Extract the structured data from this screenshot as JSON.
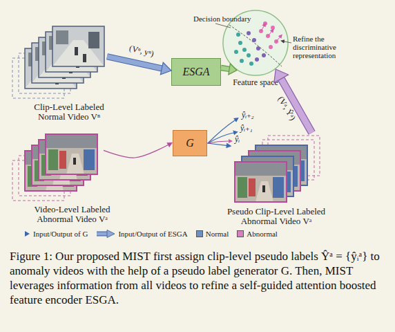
{
  "diagram": {
    "caption": "Figure 1: Our proposed MIST first assign clip-level pseudo labels Ŷᵃ = {ŷᵢᵃ} to anomaly videos with the help of a pseudo label generator G. Then, MIST leverages information from all videos to refine a self-guided attention boosted feature encoder ESGA.",
    "nodes": [
      {
        "text": [
          "Clip-Level Labeled Normal Video Vⁿ"
        ]
      },
      {
        "text": [
          "ESGA"
        ]
      },
      {
        "text": [
          "Feature space"
        ]
      },
      {
        "text": [
          "Video-Level Labeled Abnormal Video Vᵃ"
        ]
      },
      {
        "text": [
          "G"
        ]
      },
      {
        "text": [
          "Pseudo Clip-Level Labeled Abnormal Video Vᵃ"
        ]
      }
    ],
    "edges": [
      {
        "from": 0,
        "to": 1,
        "arrow": "to",
        "label": "(Vⁿ, yⁿ)"
      },
      {
        "from": 1,
        "to": 2,
        "arrow": "to"
      },
      {
        "from": 5,
        "to": 2,
        "arrow": "to",
        "label": "(Vᵃ, Ŷᵃ)"
      },
      {
        "from": 3,
        "to": 4,
        "arrow": "to"
      },
      {
        "from": 4,
        "to": 5,
        "arrow": "to"
      }
    ],
    "labels": [
      "Decision boundary",
      "Refine the discriminative representation",
      "ŷᵢ₊₂",
      "ŷᵢ₊₁",
      "ŷᵢ"
    ],
    "legend": [
      {
        "text": "Input/Output of G"
      },
      {
        "text": "Input/Output of ESGA"
      },
      {
        "text": "Normal",
        "color": "#6d8fc7"
      },
      {
        "text": "Abnormal",
        "color": "#d77fbf"
      }
    ]
  }
}
